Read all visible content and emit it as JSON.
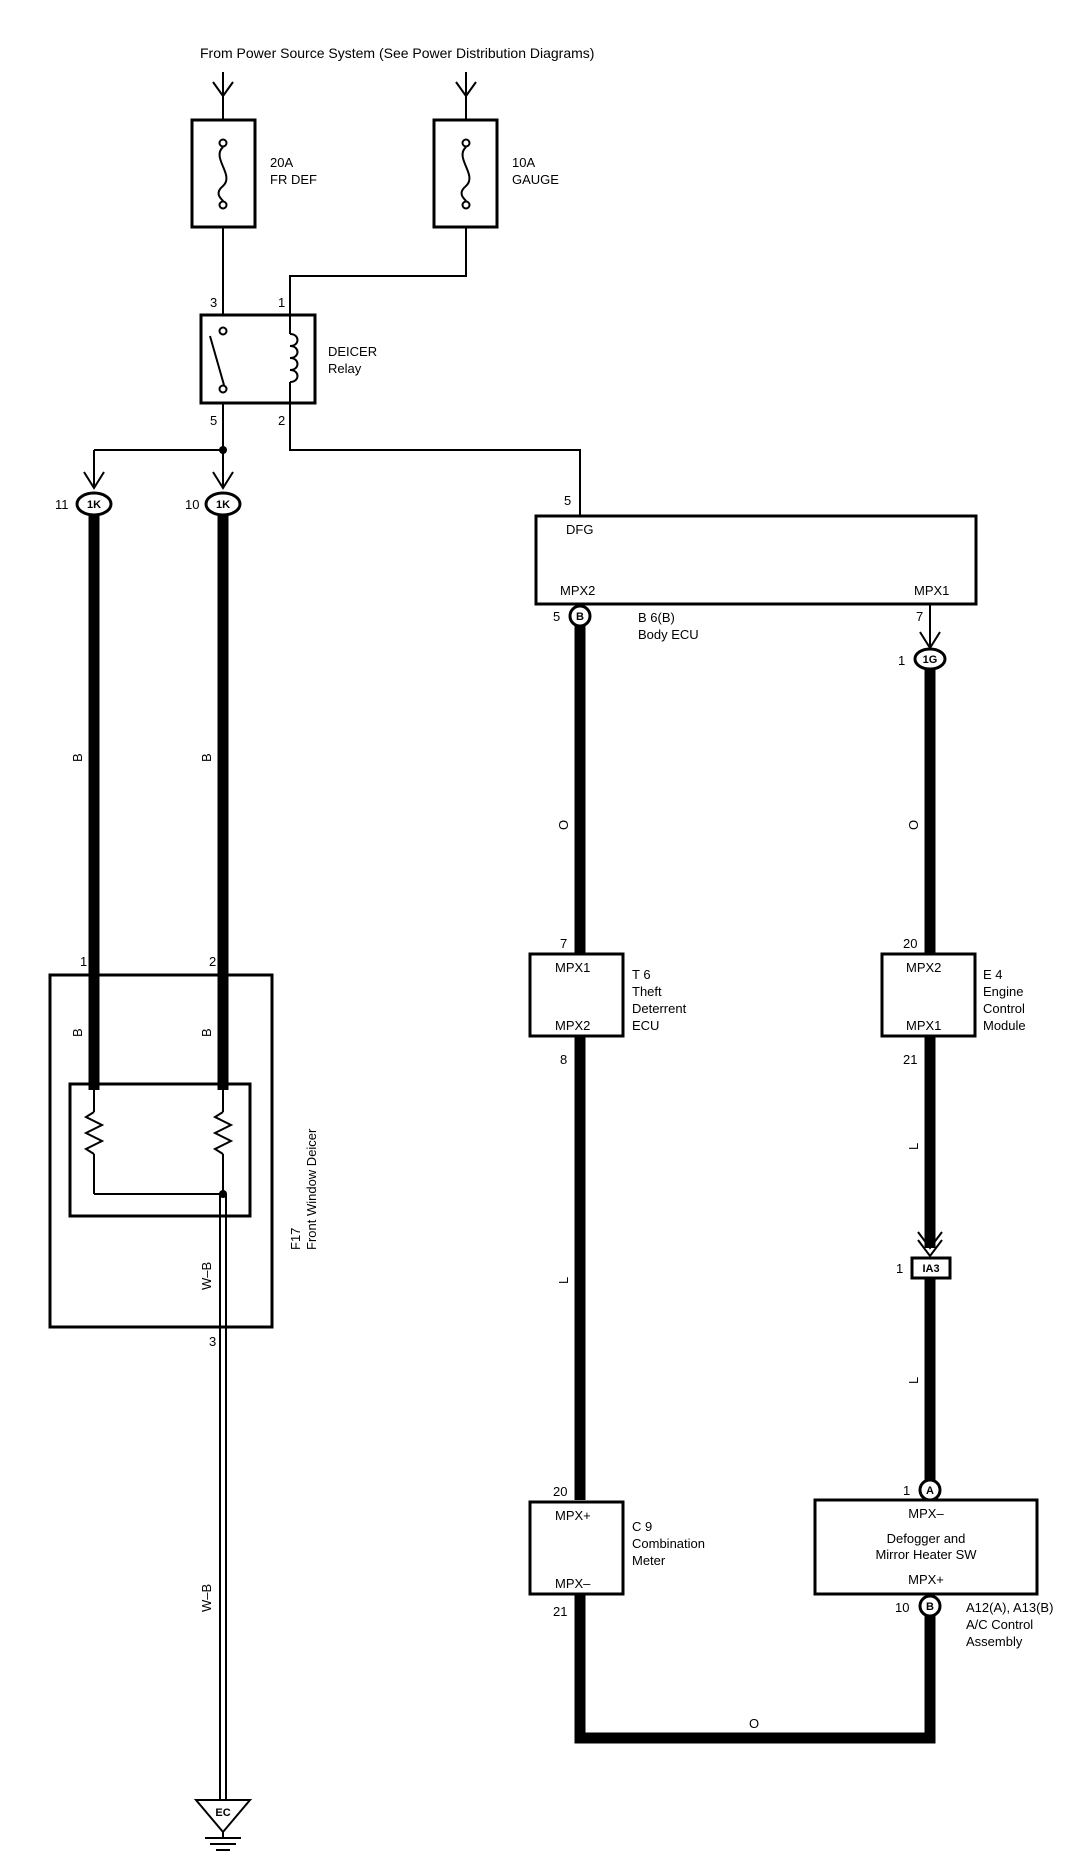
{
  "header": {
    "source": "From Power Source System (See Power Distribution Diagrams)"
  },
  "fuses": [
    {
      "rating": "20A",
      "name": "FR DEF"
    },
    {
      "rating": "10A",
      "name": "GAUGE"
    }
  ],
  "relay": {
    "name": "DEICER",
    "type": "Relay",
    "pins": [
      "3",
      "1",
      "5",
      "2"
    ]
  },
  "joints": [
    {
      "pin": "11",
      "code": "1K"
    },
    {
      "pin": "10",
      "code": "1K"
    },
    {
      "pin": "1",
      "code": "1G"
    }
  ],
  "body_ecu": {
    "input_pin": "5",
    "label": "DFG",
    "left_terminal": "MPX2",
    "right_terminal": "MPX1",
    "left_pin": "5",
    "left_conn": "B",
    "right_pin": "7",
    "code": "B 6(B)",
    "name": "Body ECU"
  },
  "wire_colors": {
    "left1": "B",
    "left2": "B",
    "mid_upper": "O",
    "right_upper": "O",
    "deicer_left": "B",
    "deicer_right": "B",
    "mid_lower": "L",
    "right_mid1": "L",
    "right_mid2": "L",
    "ground1": "W–B",
    "ground2": "W–B",
    "bottom": "O"
  },
  "deicer": {
    "pins": [
      "1",
      "2",
      "3"
    ],
    "code": "F17",
    "name": "Front Window Deicer"
  },
  "theft_ecu": {
    "top": "MPX1",
    "bottom": "MPX2",
    "pin_top": "7",
    "pin_bottom": "8",
    "code": "T 6",
    "name_lines": [
      "Theft",
      "Deterrent",
      "ECU"
    ]
  },
  "engine": {
    "top": "MPX2",
    "bottom": "MPX1",
    "pin_top": "20",
    "pin_bottom": "21",
    "code": "E 4",
    "name_lines": [
      "Engine",
      "Control",
      "Module"
    ]
  },
  "ia3": {
    "pin": "1",
    "code": "IA3"
  },
  "meter": {
    "top": "MPX+",
    "bottom": "MPX–",
    "pin_top": "20",
    "pin_bottom": "21",
    "code": "C 9",
    "name_lines": [
      "Combination",
      "Meter"
    ]
  },
  "ac": {
    "pin_top": "1",
    "conn_top": "A",
    "pin_bottom": "10",
    "conn_bottom": "B",
    "top": "MPX–",
    "sw_lines": [
      "Defogger and",
      "Mirror Heater SW"
    ],
    "bottom": "MPX+",
    "code": "A12(A), A13(B)",
    "name_lines": [
      "A/C Control",
      "Assembly"
    ]
  },
  "ground": {
    "code": "EC"
  }
}
